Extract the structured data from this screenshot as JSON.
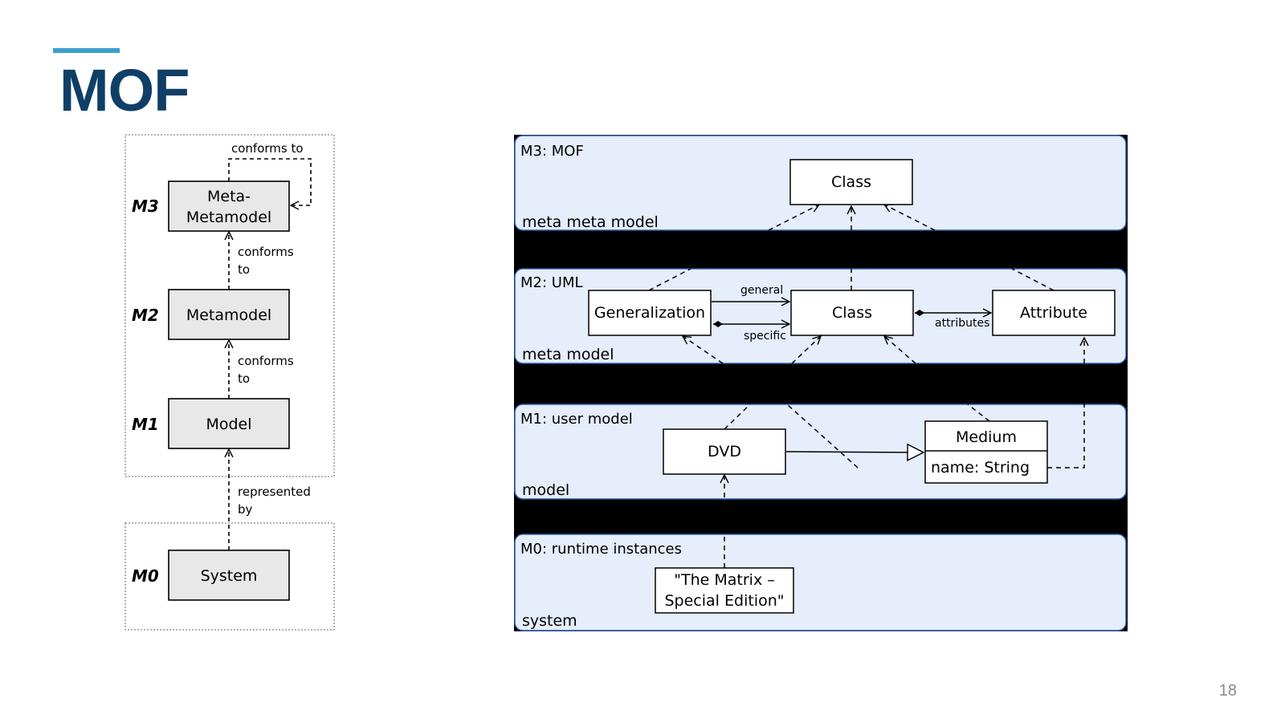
{
  "slide": {
    "title": "MOF",
    "page_number": "18",
    "accent_color": "#3a9fd0",
    "title_color": "#0f3f66"
  },
  "left_diagram": {
    "levels": [
      {
        "level": "M3",
        "box": "Meta-Metamodel",
        "box_lines": [
          "Meta-",
          "Metamodel"
        ]
      },
      {
        "level": "M2",
        "box": "Metamodel"
      },
      {
        "level": "M1",
        "box": "Model"
      },
      {
        "level": "M0",
        "box": "System"
      }
    ],
    "edges": [
      {
        "from": "Meta-Metamodel",
        "to": "Meta-Metamodel",
        "label": "conforms to"
      },
      {
        "from": "Metamodel",
        "to": "Meta-Metamodel",
        "label": "conforms to",
        "label_lines": [
          "conforms",
          "to"
        ]
      },
      {
        "from": "Model",
        "to": "Metamodel",
        "label": "conforms to",
        "label_lines": [
          "conforms",
          "to"
        ]
      },
      {
        "from": "System",
        "to": "Model",
        "label": "represented by",
        "label_lines": [
          "represented",
          "by"
        ]
      }
    ],
    "box_fill": "#e8e8e8"
  },
  "right_diagram": {
    "band_fill": "#e6edfb",
    "band_border": "#2b5aa8",
    "separator_color": "#000000",
    "bands": [
      {
        "title": "M3: MOF",
        "caption": "meta meta model"
      },
      {
        "title": "M2: UML",
        "caption": "meta model"
      },
      {
        "title": "M1: user model",
        "caption": "model"
      },
      {
        "title": "M0: runtime instances",
        "caption": "system"
      }
    ],
    "m3_class": "Class",
    "m2": {
      "generalization": "Generalization",
      "class": "Class",
      "attribute": "Attribute",
      "general_label": "general",
      "specific_label": "specific",
      "attributes_label": "attributes"
    },
    "m1": {
      "dvd": "DVD",
      "medium": "Medium",
      "medium_attribute": "name: String"
    },
    "m0": {
      "instance_lines": [
        "\"The Matrix –",
        "Special Edition\""
      ]
    }
  }
}
